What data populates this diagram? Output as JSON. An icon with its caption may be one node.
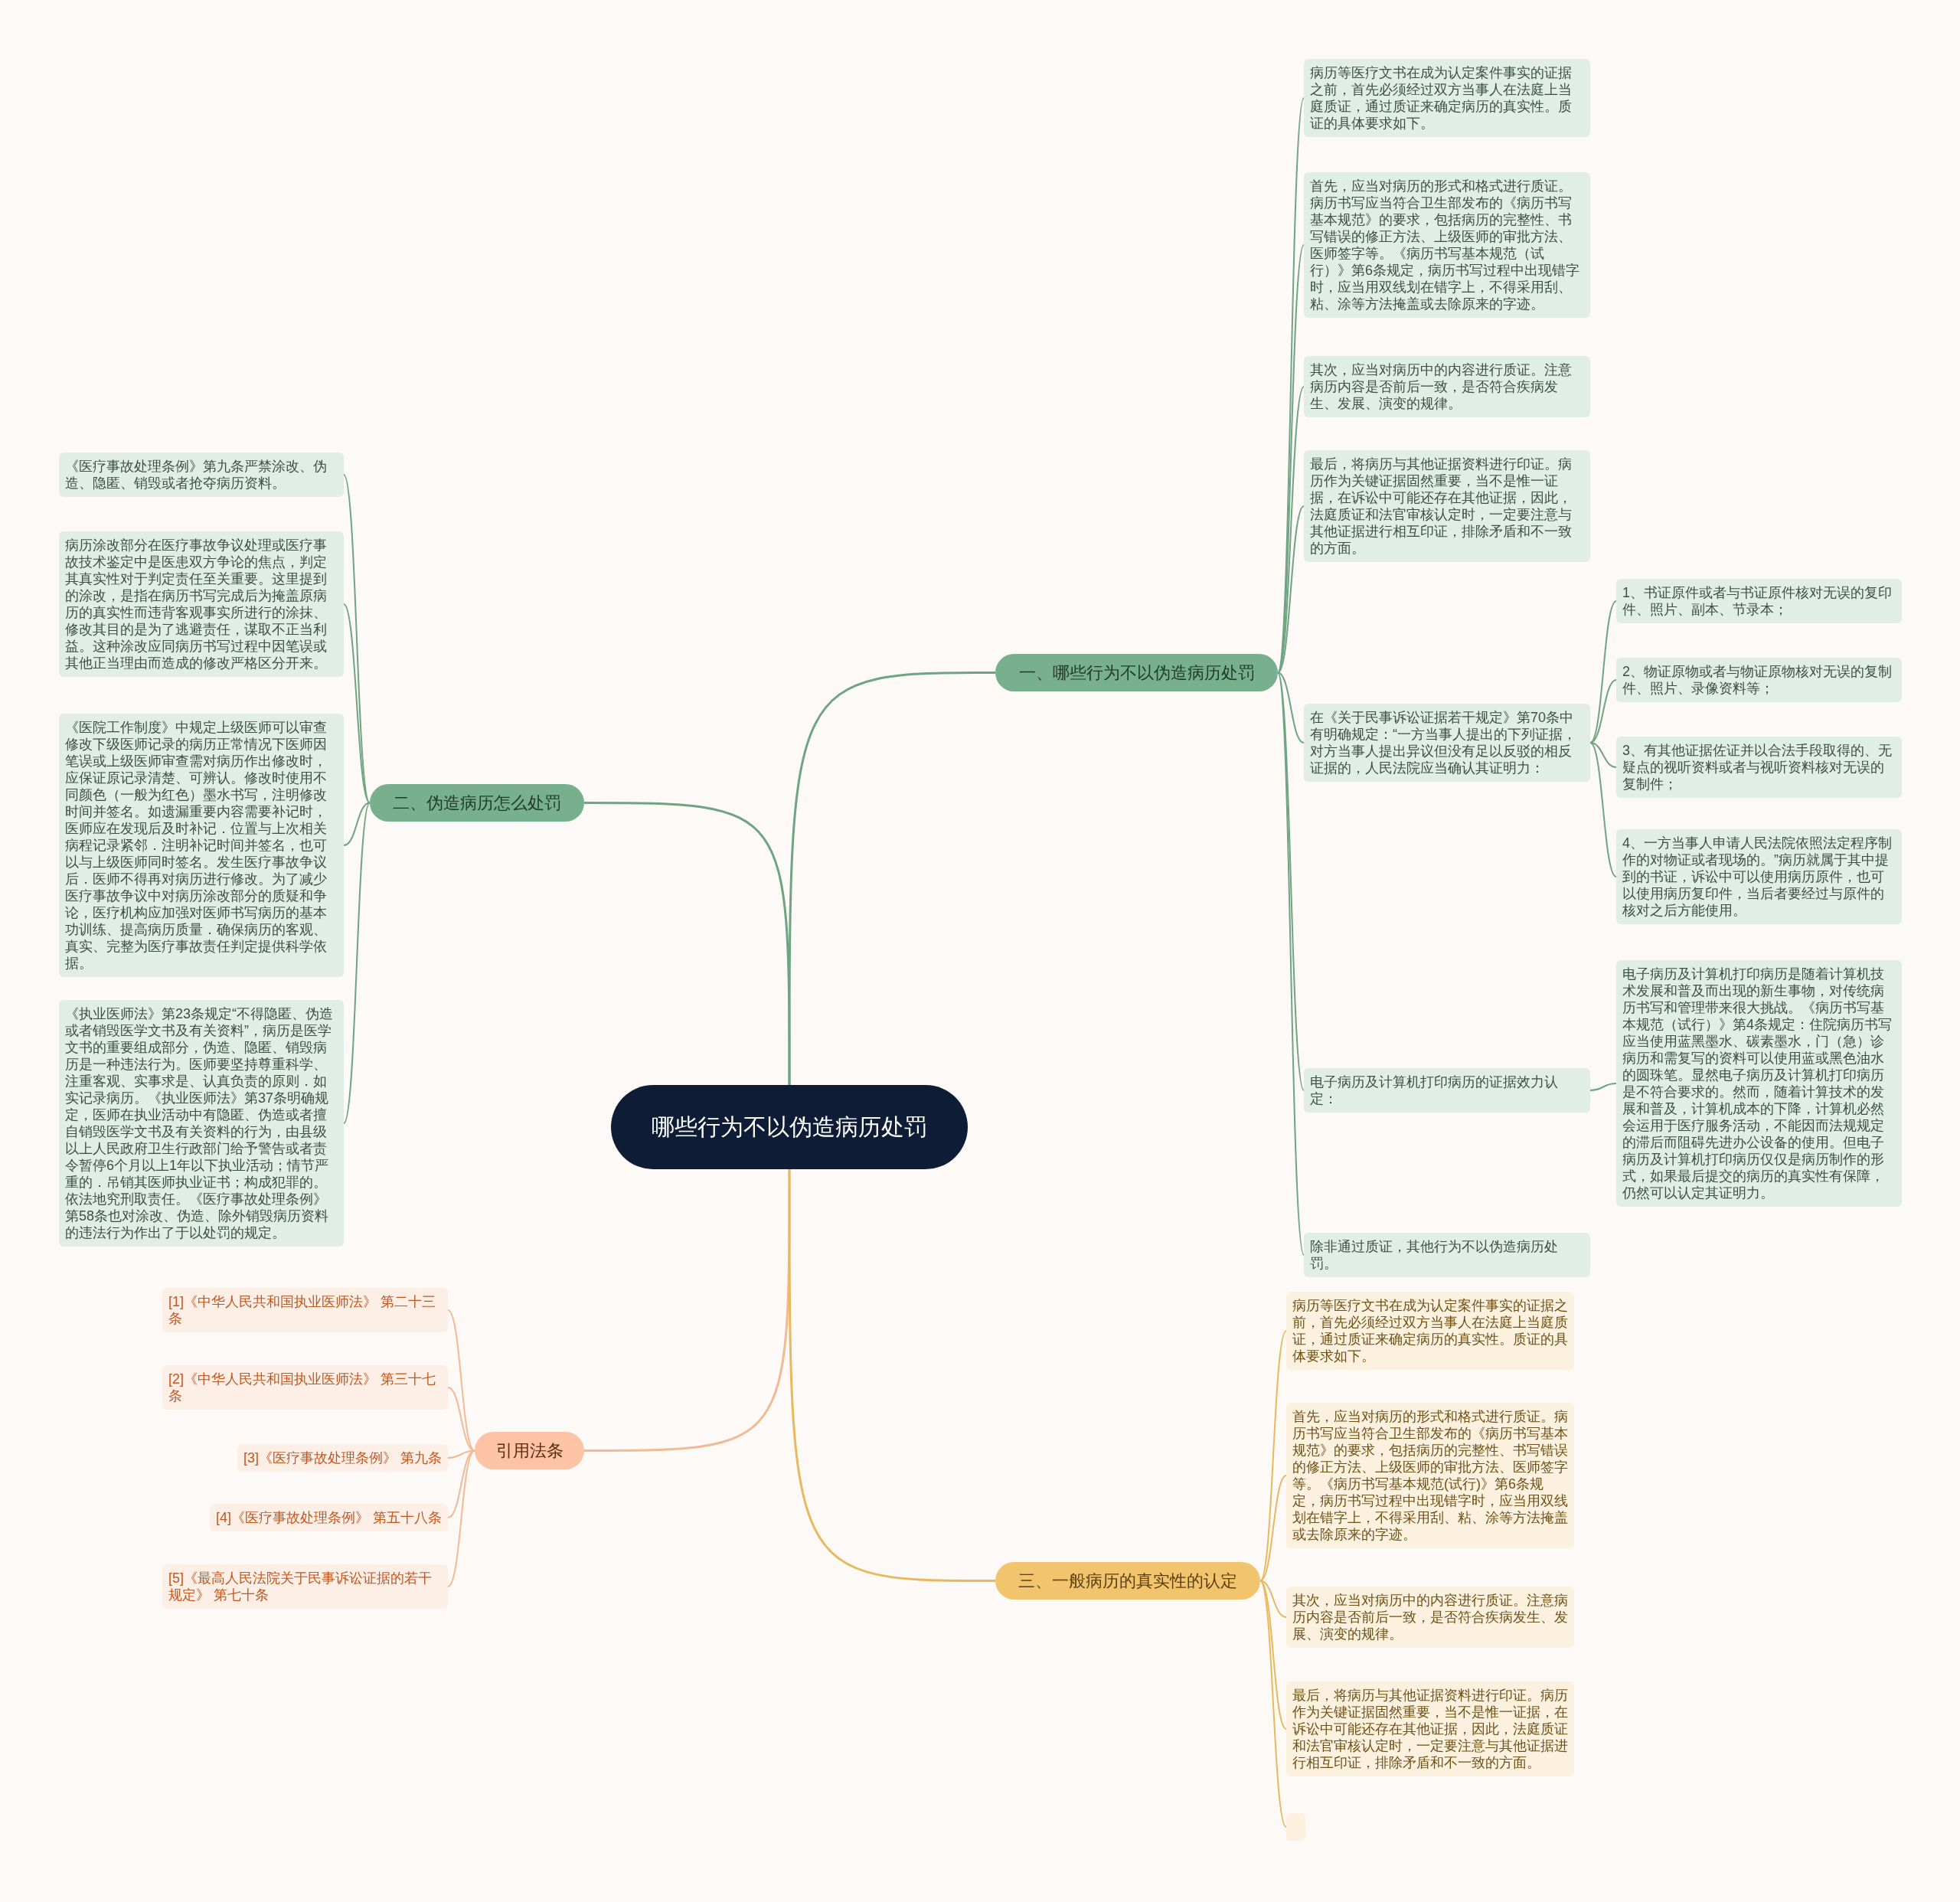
{
  "diagram": {
    "nodes": [
      {
        "text": [
          "哪些行为不以伪造病历处罚"
        ]
      },
      {
        "text": [
          "一、哪些行为不以伪造病历处罚"
        ]
      },
      {
        "text": [
          "病历等医疗文书在成为认定案件事实的证据之前，首先必须经过双方当事人在法庭上当庭质证，通过质证来确定病历的真实性。质证的具体要求如下。"
        ]
      },
      {
        "text": [
          "首先，应当对病历的形式和格式进行质证。病历书写应当符合卫生部发布的《病历书写基本规范》的要求，包括病历的完整性、书写错误的修正方法、上级医师的审批方法、医师签字等。《病历书写基本规范（试行）》第6条规定，病历书写过程中出现错字时，应当用双线划在错字上，不得采用刮、粘、涂等方法掩盖或去除原来的字迹。"
        ]
      },
      {
        "text": [
          "其次，应当对病历中的内容进行质证。注意病历内容是否前后一致，是否符合疾病发生、发展、演变的规律。"
        ]
      },
      {
        "text": [
          "最后，将病历与其他证据资料进行印证。病历作为关键证据固然重要，当不是惟一证据，在诉讼中可能还存在其他证据，因此，法庭质证和法官审核认定时，一定要注意与其他证据进行相互印证，排除矛盾和不一致的方面。"
        ]
      },
      {
        "text": [
          "在《关于民事诉讼证据若干规定》第70条中有明确规定：“一方当事人提出的下列证据，对方当事人提出异议但没有足以反驳的相反证据的，人民法院应当确认其证明力："
        ]
      },
      {
        "text": [
          "1、书证原件或者与书证原件核对无误的复印件、照片、副本、节录本；"
        ]
      },
      {
        "text": [
          "2、物证原物或者与物证原物核对无误的复制件、照片、录像资料等；"
        ]
      },
      {
        "text": [
          "3、有其他证据佐证并以合法手段取得的、无疑点的视听资料或者与视听资料核对无误的复制件；"
        ]
      },
      {
        "text": [
          "4、一方当事人申请人民法院依照法定程序制作的对物证或者现场的。”病历就属于其中提到的书证，诉讼中可以使用病历原件，也可以使用病历复印件，当后者要经过与原件的核对之后方能使用。"
        ]
      },
      {
        "text": [
          "电子病历及计算机打印病历的证据效力认定："
        ]
      },
      {
        "text": [
          "电子病历及计算机打印病历是随着计算机技术发展和普及而出现的新生事物，对传统病历书写和管理带来很大挑战。《病历书写基本规范（试行）》第4条规定：住院病历书写应当使用蓝黑墨水、碳素墨水，门（急）诊病历和需复写的资料可以使用蓝或黑色油水的圆珠笔。显然电子病历及计算机打印病历是不符合要求的。然而，随着计算技术的发展和普及，计算机成本的下降，计算机必然会运用于医疗服务活动，不能因而法规规定的滞后而阻碍先进办公设备的使用。但电子病历及计算机打印病历仅仅是病历制作的形式，如果最后提交的病历的真实性有保障，仍然可以认定其证明力。"
        ]
      },
      {
        "text": [
          "除非通过质证，其他行为不以伪造病历处罚。"
        ]
      },
      {
        "text": [
          "二、伪造病历怎么处罚"
        ]
      },
      {
        "text": [
          "《医疗事故处理条例》第九条严禁涂改、伪造、隐匿、销毁或者抢夺病历资料。"
        ]
      },
      {
        "text": [
          "病历涂改部分在医疗事故争议处理或医疗事故技术鉴定中是医患双方争论的焦点，判定其真实性对于判定责任至关重要。这里提到的涂改，是指在病历书写完成后为掩盖原病历的真实性而违背客观事实所进行的涂抹、修改其目的是为了逃避责任，谋取不正当利益。这种涂改应同病历书写过程中因笔误或其他正当理由而造成的修改严格区分开来。"
        ]
      },
      {
        "text": [
          "《医院工作制度》中规定上级医师可以审查修改下级医师记录的病历正常情况下医师因笔误或上级医师审查需对病历作出修改时，应保证原记录清楚、可辨认。修改时使用不同颜色（一般为红色）墨水书写，注明修改时间并签名。如遗漏重要内容需要补记时，医师应在发现后及时补记．位置与上次相关病程记录紧邻．注明补记时间并签名，也可以与上级医师同时签名。发生医疗事故争议后．医师不得再对病历进行修改。为了减少医疗事故争议中对病历涂改部分的质疑和争论，医疗机构应加强对医师书写病历的基本功训练、提高病历质量．确保病历的客观、真实、完整为医疗事故责任判定提供科学依据。"
        ]
      },
      {
        "text": [
          "《执业医师法》第23条规定“不得隐匿、伪造或者销毁医学文书及有关资料”，病历是医学文书的重要组成部分，伪造、隐匿、销毁病历是一种违法行为。医师要坚持尊重科学、注重客观、实事求是、认真负责的原则．如实记录病历。《执业医师法》第37条明确规定，医师在执业活动中有隐匿、伪造或者擅自销毁医学文书及有关资料的行为，由县级以上人民政府卫生行政部门给予警告或者责令暂停6个月以上1年以下执业活动；情节严重的．吊销其医师执业证书；构成犯罪的。依法地究刑取责任。《医疗事故处理条例》第58条也对涂改、伪造、除外销毁病历资料的违法行为作出了于以处罚的规定。"
        ]
      },
      {
        "text": [
          "引用法条"
        ]
      },
      {
        "text": [
          "[1]《中华人民共和国执业医师法》 第二十三条"
        ]
      },
      {
        "text": [
          "[2]《中华人民共和国执业医师法》 第三十七条"
        ]
      },
      {
        "text": [
          "[3]《医疗事故处理条例》 第九条"
        ]
      },
      {
        "text": [
          "[4]《医疗事故处理条例》 第五十八条"
        ]
      },
      {
        "text": [
          "[5]《最高人民法院关于民事诉讼证据的若干规定》 第七十条"
        ]
      },
      {
        "text": [
          "三、一般病历的真实性的认定"
        ]
      },
      {
        "text": [
          "病历等医疗文书在成为认定案件事实的证据之前，首先必须经过双方当事人在法庭上当庭质证，通过质证来确定病历的真实性。质证的具体要求如下。"
        ]
      },
      {
        "text": [
          "首先，应当对病历的形式和格式进行质证。病历书写应当符合卫生部发布的《病历书写基本规范》的要求，包括病历的完整性、书写错误的修正方法、上级医师的审批方法、医师签字等。《病历书写基本规范(试行)》第6条规定，病历书写过程中出现错字时，应当用双线划在错字上，不得采用刮、粘、涂等方法掩盖或去除原来的字迹。"
        ]
      },
      {
        "text": [
          "其次，应当对病历中的内容进行质证。注意病历内容是否前后一致，是否符合疾病发生、发展、演变的规律。"
        ]
      },
      {
        "text": [
          "最后，将病历与其他证据资料进行印证。病历作为关键证据固然重要，当不是惟一证据，在诉讼中可能还存在其他证据，因此，法庭质证和法官审核认定时，一定要注意与其他证据进行相互印证，排除矛盾和不一致的方面。"
        ]
      },
      {
        "text": [],
        "shape": "box"
      }
    ],
    "edges": [
      {
        "from": 0,
        "to": 1,
        "arrow": "none"
      },
      {
        "from": 1,
        "to": 2,
        "arrow": "none"
      },
      {
        "from": 1,
        "to": 3,
        "arrow": "none"
      },
      {
        "from": 1,
        "to": 4,
        "arrow": "none"
      },
      {
        "from": 1,
        "to": 5,
        "arrow": "none"
      },
      {
        "from": 1,
        "to": 6,
        "arrow": "none"
      },
      {
        "from": 6,
        "to": 7,
        "arrow": "none"
      },
      {
        "from": 6,
        "to": 8,
        "arrow": "none"
      },
      {
        "from": 6,
        "to": 9,
        "arrow": "none"
      },
      {
        "from": 6,
        "to": 10,
        "arrow": "none"
      },
      {
        "from": 1,
        "to": 11,
        "arrow": "none"
      },
      {
        "from": 11,
        "to": 12,
        "arrow": "none"
      },
      {
        "from": 1,
        "to": 13,
        "arrow": "none"
      },
      {
        "from": 0,
        "to": 14,
        "arrow": "none"
      },
      {
        "from": 14,
        "to": 15,
        "arrow": "none"
      },
      {
        "from": 14,
        "to": 16,
        "arrow": "none"
      },
      {
        "from": 14,
        "to": 17,
        "arrow": "none"
      },
      {
        "from": 14,
        "to": 18,
        "arrow": "none"
      },
      {
        "from": 0,
        "to": 19,
        "arrow": "none",
        "color": "#f2b995"
      },
      {
        "from": 19,
        "to": 20,
        "arrow": "none",
        "color": "#f2b995"
      },
      {
        "from": 19,
        "to": 21,
        "arrow": "none",
        "color": "#f2b995"
      },
      {
        "from": 19,
        "to": 22,
        "arrow": "none",
        "color": "#f2b995"
      },
      {
        "from": 19,
        "to": 23,
        "arrow": "none",
        "color": "#f2b995"
      },
      {
        "from": 19,
        "to": 24,
        "arrow": "none",
        "color": "#f2b995"
      },
      {
        "from": 0,
        "to": 25,
        "arrow": "none",
        "color": "#e8b95c"
      },
      {
        "from": 25,
        "to": 26,
        "arrow": "none",
        "color": "#e8b95c"
      },
      {
        "from": 25,
        "to": 27,
        "arrow": "none",
        "color": "#e8b95c"
      },
      {
        "from": 25,
        "to": 28,
        "arrow": "none",
        "color": "#e8b95c"
      },
      {
        "from": 25,
        "to": 29,
        "arrow": "none",
        "color": "#e8b95c"
      },
      {
        "from": 25,
        "to": 30,
        "arrow": "none",
        "color": "#e8b95c"
      }
    ]
  }
}
